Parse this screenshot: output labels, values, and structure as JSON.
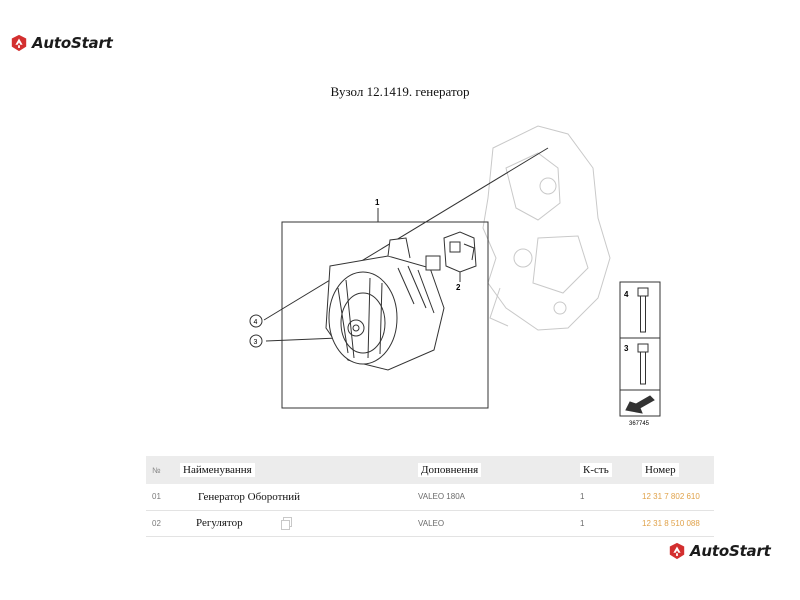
{
  "brand": {
    "name": "AutoStart",
    "color": "#d32f2f"
  },
  "page_title": "Вузол 12.1419. генератор",
  "diagram": {
    "callouts": [
      "1",
      "2",
      "3",
      "4"
    ],
    "side_labels": [
      "4",
      "3"
    ],
    "ref_number": "367745"
  },
  "table": {
    "headers": {
      "no": "№",
      "name": "Найменування",
      "extra": "Доповнення",
      "qty": "К-сть",
      "number": "Номер"
    },
    "rows": [
      {
        "no": "01",
        "name": "Генератор Оборотний",
        "extra": "VALEO 180A",
        "qty": "1",
        "number": "12 31 7 802 610"
      },
      {
        "no": "02",
        "name": "Регулятор",
        "extra": "VALEO",
        "qty": "1",
        "number": "12 31 8 510 088"
      }
    ]
  }
}
